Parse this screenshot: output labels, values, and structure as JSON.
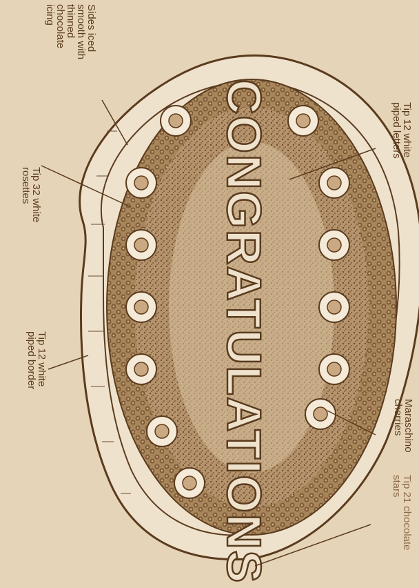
{
  "cake": {
    "inscription": "CONGRATULATIONS"
  },
  "labels": {
    "sides_iced": [
      "Sides iced",
      "smooth with",
      "thinned",
      "chocolate",
      "icing"
    ],
    "tip12_letters": [
      "Tip 12 white",
      "piped letters"
    ],
    "tip32_rosettes": [
      "Tip 32 white",
      "rosettes"
    ],
    "tip12_border": [
      "Tip 12 white",
      "piped border"
    ],
    "maraschino": [
      "Maraschino",
      "cherries"
    ],
    "tip21_stars": [
      "Tip 21 chocolate",
      "stars"
    ]
  },
  "colors": {
    "background": "#e6d4b8",
    "ink": "#5a3b1e",
    "icing": "#efe2cd",
    "stars": "#a8865c"
  }
}
